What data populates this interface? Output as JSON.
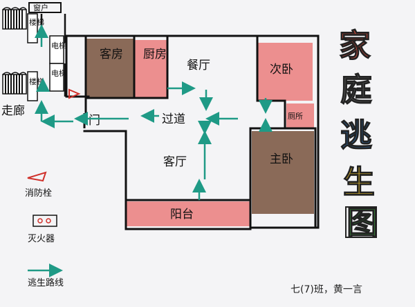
{
  "title": {
    "chars": [
      "家",
      "庭",
      "逃",
      "生",
      "图"
    ],
    "colors": [
      "#d24a3a",
      "#6b6b6b",
      "#2f6fb0",
      "#d9b22a",
      "#3b8a3b"
    ]
  },
  "rooms": {
    "guest_room": "客房",
    "kitchen": "厨房",
    "dining": "餐厅",
    "second_bedroom": "次卧",
    "toilet": "厕所",
    "master_bedroom": "主卧",
    "corridor_hall": "过道",
    "living_room": "客厅",
    "balcony": "阳台",
    "door": "门",
    "outer_corridor": "走廊",
    "window": "窗户",
    "elevator_1": "电梯",
    "elevator_2": "电梯",
    "stairs_top": "楼梯",
    "stairs_bottom": "楼梯"
  },
  "legend": {
    "hydrant": "消防栓",
    "extinguisher": "灭火器",
    "escape_route": "逃生路线"
  },
  "credit": "七(7)班，黄一言",
  "colors": {
    "brown": "#8a6a58",
    "pink": "#ec8f8f",
    "arrow": "#1f9a86",
    "hydrant": "#d0302a"
  }
}
